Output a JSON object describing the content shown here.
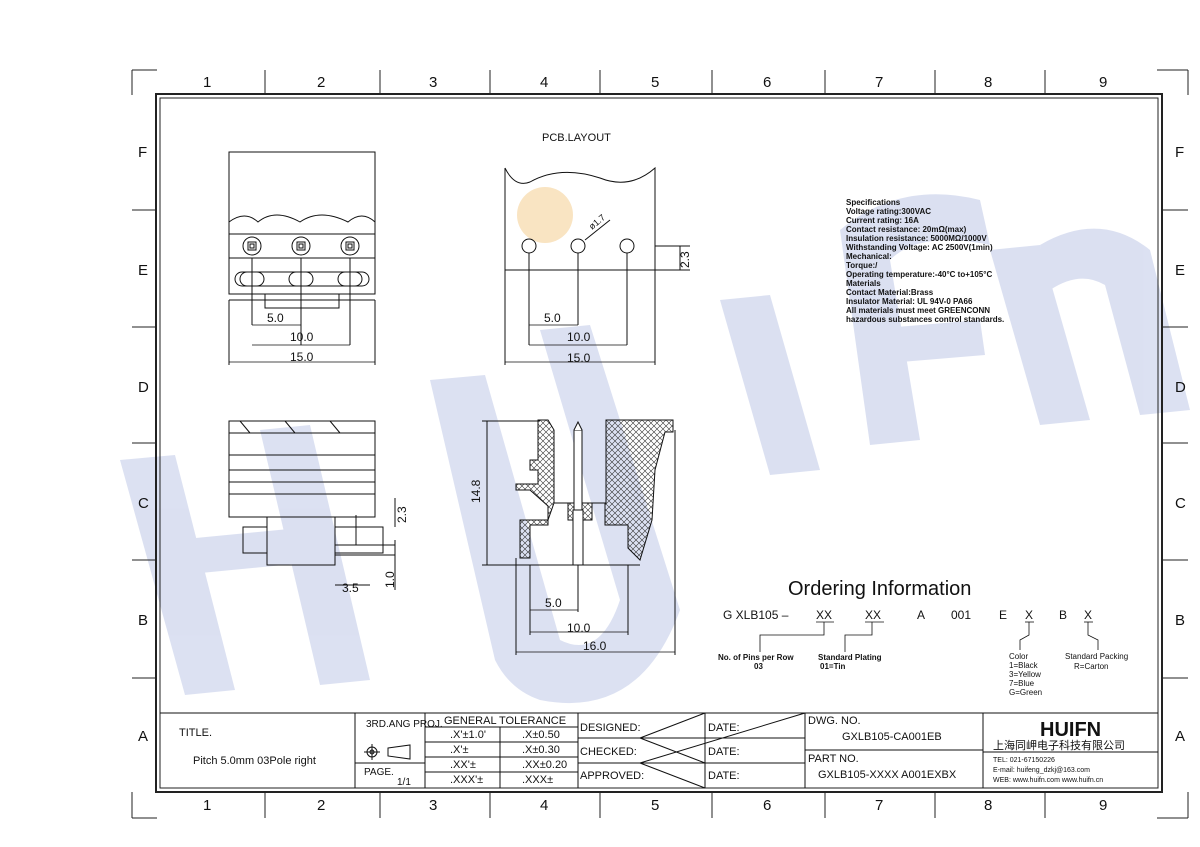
{
  "watermark": "HUIFN",
  "border": {
    "columns": [
      "1",
      "2",
      "3",
      "4",
      "5",
      "6",
      "7",
      "8",
      "9"
    ],
    "rows": [
      "F",
      "E",
      "D",
      "C",
      "B",
      "A"
    ]
  },
  "pcb_layout": {
    "label": "PCB.LAYOUT",
    "hole_dia": "ø1.7",
    "pitch": "5.0",
    "span": "10.0",
    "width": "15.0",
    "offset": "2.3"
  },
  "front_view": {
    "pitch": "5.0",
    "span": "10.0",
    "width": "15.0"
  },
  "side_view": {
    "dim_a": "2.3",
    "dim_b": "1.0",
    "dim_c": "3.5"
  },
  "section_view": {
    "height": "14.8",
    "pitch": "5.0",
    "span": "10.0",
    "width": "16.0"
  },
  "specifications": [
    "Specifications",
    "Voltage rating:300VAC",
    "Current rating: 16A",
    "Contact resistance: 20mΩ(max)",
    "Insulation resistance: 5000MΩ/1000V",
    "Withstanding Voltage: AC 2500V(1min)",
    "Mechanical:",
    "Torque:/",
    "Operating temperature:-40°C to+105°C",
    "Materials",
    "Contact Material:Brass",
    "Insulator Material: UL 94V-0 PA66",
    "All materials must meet GREENCONN",
    "hazardous substances control standards."
  ],
  "ordering": {
    "title": "Ordering Information",
    "code": {
      "p1": "G XLB105 –",
      "xx1": "XX",
      "xx2": "XX",
      "a": "A",
      "n": "001",
      "e": "E",
      "x1": "X",
      "b": "B",
      "x2": "X"
    },
    "pins_label": "No. of Pins per Row",
    "pins_value": "03",
    "plating_label": "Standard Plating",
    "plating_value": "01=Tin",
    "color": [
      "Color",
      "1=Black",
      "3=Yellow",
      "7=Blue",
      "G=Green"
    ],
    "packing_label": "Standard Packing",
    "packing_value": "R=Carton"
  },
  "title_block": {
    "title_label": "TITLE.",
    "title": "Pitch 5.0mm 03Pole right",
    "proj": "3RD.ANG PROJ.",
    "page_label": "PAGE.",
    "page": "1/1",
    "tol_header": "GENERAL TOLERANCE",
    "tol": [
      [
        ".X'±1.0'",
        ".X±0.50"
      ],
      [
        ".X'±",
        ".X±0.30"
      ],
      [
        ".XX'±",
        ".XX±0.20"
      ],
      [
        ".XXX'±",
        ".XXX±"
      ]
    ],
    "designed": "DESIGNED:",
    "checked": "CHECKED:",
    "approved": "APPROVED:",
    "date": "DATE:",
    "dwg_label": "DWG. NO.",
    "dwg": "GXLB105-CA001EB",
    "part_label": "PART NO.",
    "part": "GXLB105-XXXX A001EXBX",
    "company_logo": "HUIFN",
    "company_cn": "上海同岬电子科技有限公司",
    "tel": "TEL: 021-67150226",
    "email": "E-mail: huifeng_dzkj@163.com",
    "web": "WEB: www.huifn.com  www.huifn.cn"
  }
}
